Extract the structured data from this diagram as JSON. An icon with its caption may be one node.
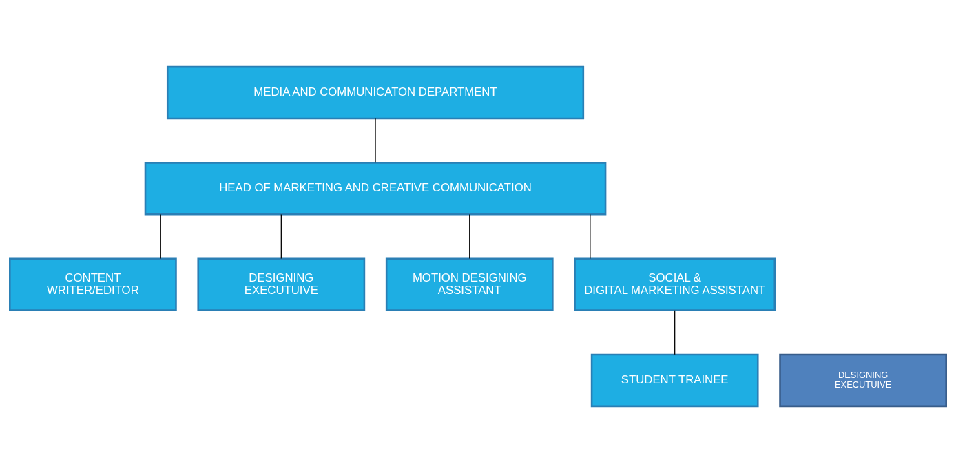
{
  "diagram": {
    "nodes": [
      {
        "text": [
          "MEDIA AND COMMUNICATON DEPARTMENT"
        ]
      },
      {
        "text": [
          "HEAD OF MARKETING AND CREATIVE COMMUNICATION"
        ]
      },
      {
        "text": [
          "CONTENT WRITER/EDITOR"
        ]
      },
      {
        "text": [
          "DESIGNING EXECUTUIVE"
        ]
      },
      {
        "text": [
          "MOTION DESIGNING ASSISTANT"
        ]
      },
      {
        "text": [
          "DESIGNING EXECUTUIVE"
        ]
      },
      {
        "text": [
          "SOCIAL & DIGITAL MARKETING ASSISTANT"
        ]
      },
      {
        "text": [
          "STUDENT TRAINEE"
        ]
      }
    ],
    "edges": [
      {
        "from": 0,
        "to": 1,
        "arrow": "none"
      },
      {
        "from": 1,
        "to": 2,
        "arrow": "none"
      },
      {
        "from": 1,
        "to": 3,
        "arrow": "none"
      },
      {
        "from": 1,
        "to": 4,
        "arrow": "none"
      },
      {
        "from": 1,
        "to": 6,
        "arrow": "none"
      },
      {
        "from": 6,
        "to": 7,
        "arrow": "none"
      }
    ]
  }
}
